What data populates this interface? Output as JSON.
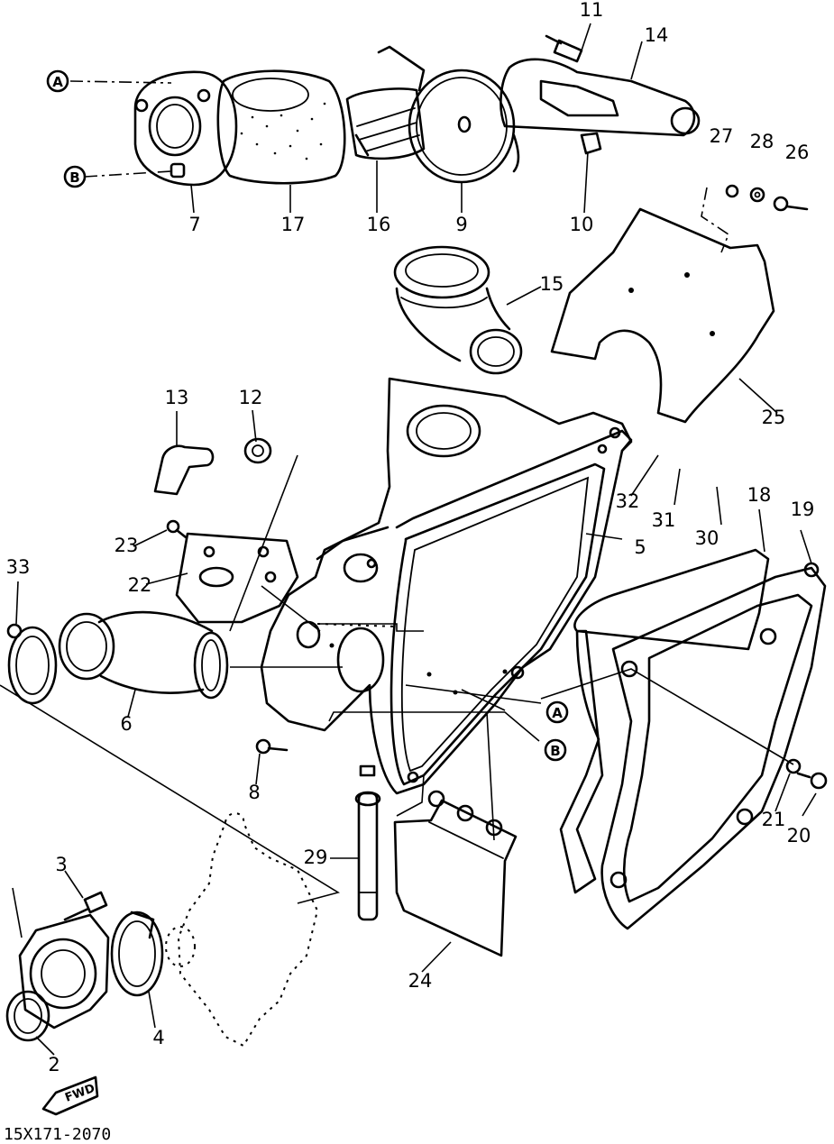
{
  "diagram_code": "15X171-2070",
  "fwd_mark": "FWD",
  "ref_markers": {
    "a": "A",
    "b": "B"
  },
  "part_numbers": {
    "p2": "2",
    "p3": "3",
    "p4": "4",
    "p5": "5",
    "p6": "6",
    "p7": "7",
    "p8": "8",
    "p9": "9",
    "p10": "10",
    "p11": "11",
    "p12": "12",
    "p13": "13",
    "p14": "14",
    "p15": "15",
    "p16": "16",
    "p17": "17",
    "p18": "18",
    "p19": "19",
    "p20": "20",
    "p21": "21",
    "p22": "22",
    "p23": "23",
    "p24": "24",
    "p25": "25",
    "p26": "26",
    "p27": "27",
    "p28": "28",
    "p29": "29",
    "p30": "30",
    "p31": "31",
    "p32": "32",
    "p33": "33"
  }
}
